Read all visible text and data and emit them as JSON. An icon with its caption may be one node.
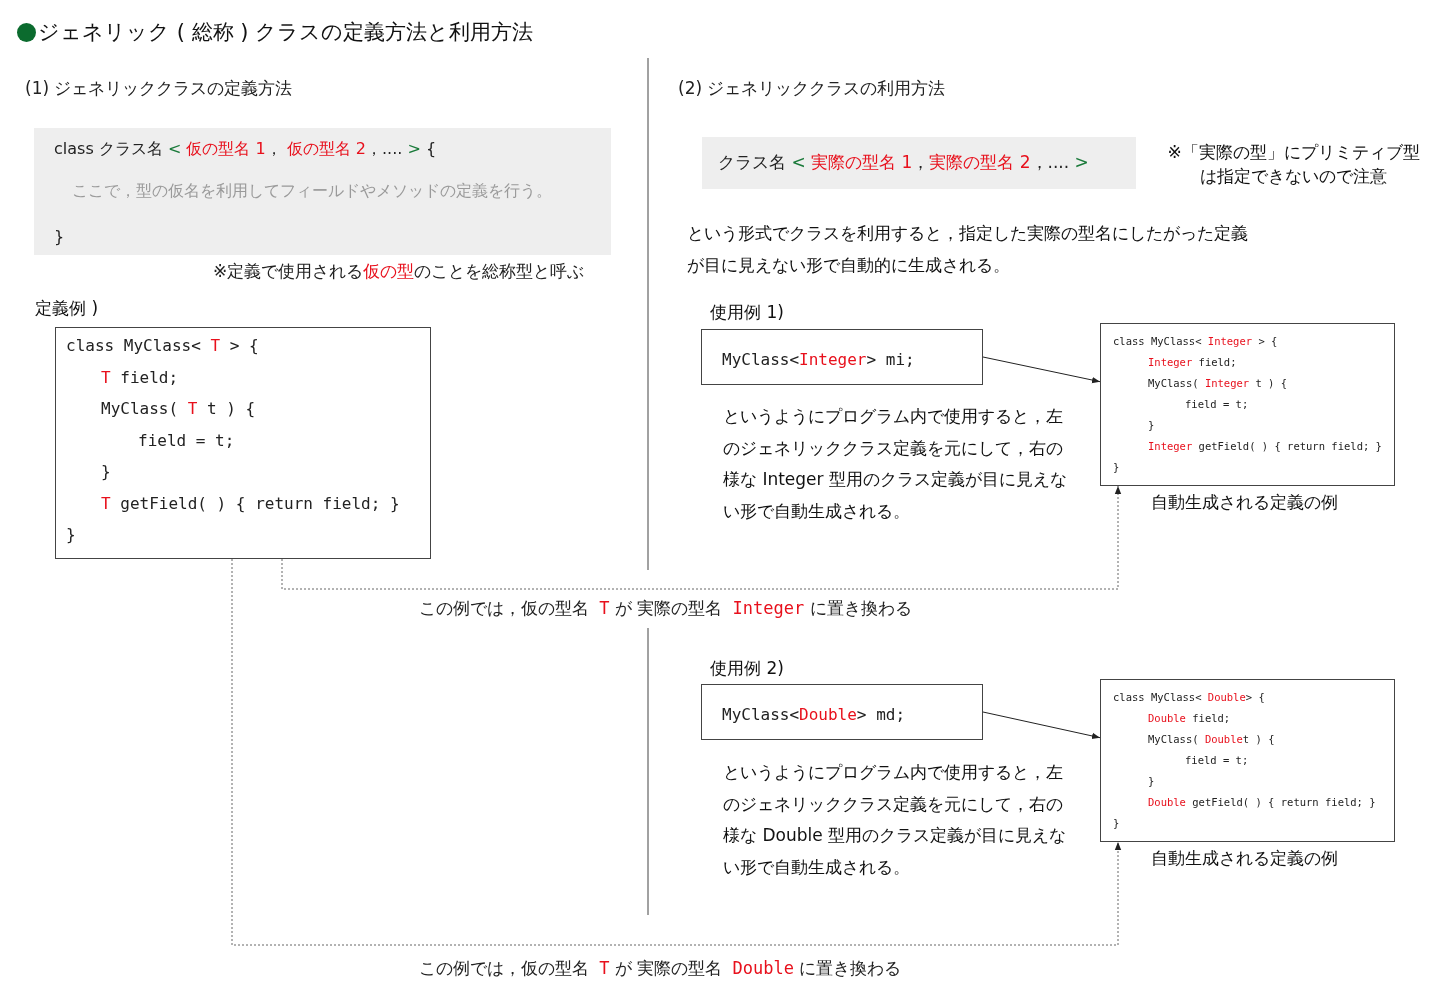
{
  "diagram": {
    "title": "ジェネリック ( 総称 ) クラスの定義方法と利用方法",
    "nodes": [
      {
        "text": [
          "class",
          "クラス名",
          "<",
          "仮の型名 1",
          "，",
          "仮の型名 2",
          "，....",
          ">",
          "{",
          "ここで，型の仮名を利用してフィールドやメソッドの定義を行う。",
          "}"
        ]
      },
      {
        "text": [
          "class MyClass<",
          "T",
          "> {",
          "T",
          "field;",
          "MyClass(",
          "T",
          "t ) {",
          "field = t;",
          "}",
          "T",
          "getField( ) { return field; }",
          "}"
        ],
        "beside": [
          "定義例 )"
        ]
      },
      {
        "text": [
          "クラス名",
          "<",
          "実際の型名 1",
          "，",
          "実際の型名 2",
          "，....",
          ">"
        ]
      },
      {
        "text": [
          "MyClass<",
          "Integer",
          "> mi;"
        ],
        "beside": [
          "使用例 1)"
        ]
      },
      {
        "text": [
          "class MyClass<",
          "Integer",
          "> {",
          "Integer",
          "field;",
          "MyClass(",
          "Integer",
          "t ) {",
          "field = t;",
          "}",
          "Integer",
          "getField( ) { return field; }",
          "}"
        ],
        "beside": [
          "自動生成される定義の例"
        ]
      },
      {
        "text": [
          "MyClass<",
          "Double",
          "> md;"
        ],
        "beside": [
          "使用例 2)"
        ]
      },
      {
        "text": [
          "class MyClass<",
          "Double",
          "> {",
          "Double",
          "field;",
          "MyClass(",
          "Double",
          "t ) {",
          "field = t;",
          "}",
          "Double",
          "getField( ) { return field; }",
          "}"
        ],
        "beside": [
          "自動生成される定義の例"
        ]
      }
    ],
    "edges": [
      {
        "from": 3,
        "to": 4,
        "arrow": "to"
      },
      {
        "from": 5,
        "to": 6,
        "arrow": "to"
      },
      {
        "from": 1,
        "to": 4,
        "arrow": "to",
        "style": "dashed"
      },
      {
        "from": 1,
        "to": 6,
        "arrow": "to",
        "style": "dashed"
      }
    ],
    "labels": [
      "(1) ジェネリッククラスの定義方法",
      "(2) ジェネリッククラスの利用方法",
      "※定義で使用される",
      "仮の型",
      "のことを総称型と呼ぶ",
      "※「実際の型」にプリミティブ型は指定できないので注意",
      "という形式でクラスを利用すると，指定した実際の型名にしたがった定義が目に見えない形で自動的に生成される。",
      "というようにプログラム内で使用すると，左のジェネリッククラス定義を元にして，右の様な Integer 型用のクラス定義が目に見えない形で自動生成される。",
      "この例では，仮の型名",
      "T",
      "が",
      "実際の型名",
      "Integer",
      "に置き換わる",
      "というようにプログラム内で使用すると，左のジェネリッククラス定義を元にして，右の様な Double 型用のクラス定義が目に見えない形で自動生成される。",
      "この例では，仮の型名",
      "T",
      "が",
      "実際の型名",
      "Double",
      "に置き換わる"
    ]
  }
}
